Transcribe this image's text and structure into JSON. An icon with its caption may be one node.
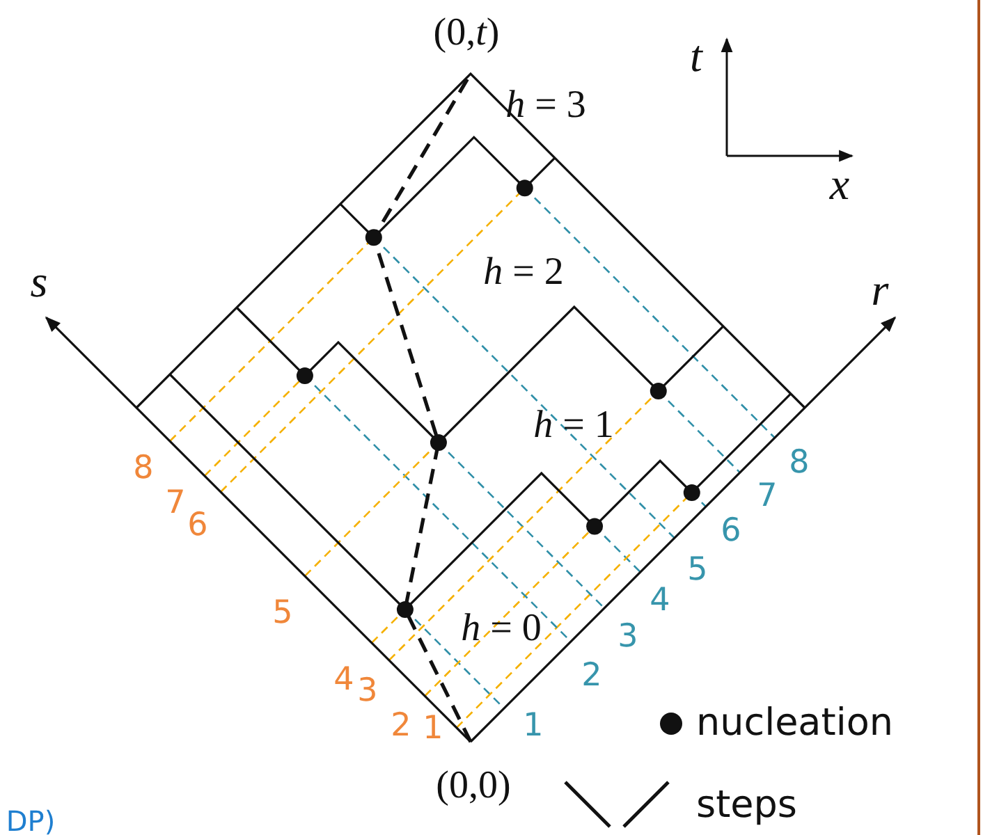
{
  "diagram": {
    "labels": [
      "(0,*t*)",
      "t",
      "*h* = 3",
      "x",
      "s",
      "*h* = 2",
      "r",
      "*h* = 1",
      "8",
      "8",
      "7",
      "6",
      "7",
      "6",
      "5",
      "5",
      "4",
      "*h* = 0",
      "3",
      "4",
      "3",
      "2",
      "2",
      "1",
      "1",
      "(0,0)",
      "DP)"
    ],
    "legend": [
      {
        "text": "nucleation"
      },
      {
        "text": "steps"
      }
    ]
  }
}
